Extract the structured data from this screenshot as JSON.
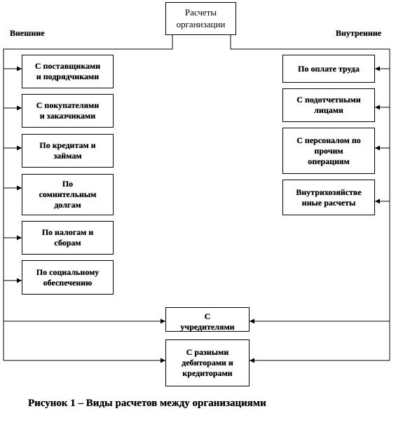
{
  "root": {
    "label": "Расчеты\nорганизации"
  },
  "external": {
    "title": "Внешние",
    "items": [
      "С поставщиками\nи подрядчиками",
      "С покупателями\nи заказчиками",
      "По кредитам и\nзаймам",
      "По\nсомнительным\nдолгам",
      "По налогам и\nсборам",
      "По социальному\nобеспечению"
    ]
  },
  "internal": {
    "title": "Внутренние",
    "items": [
      "По оплате труда",
      "С подотчетными\nлицами",
      "С персоналом по\nпрочим\nоперациям",
      "Внутрихозяйстве\nнные расчеты"
    ]
  },
  "shared": {
    "founders": "С\nучредителями",
    "various": "С разными\nдебиторами и\nкредиторами"
  },
  "caption": "Рисунок  1 – Виды расчетов между организациями"
}
